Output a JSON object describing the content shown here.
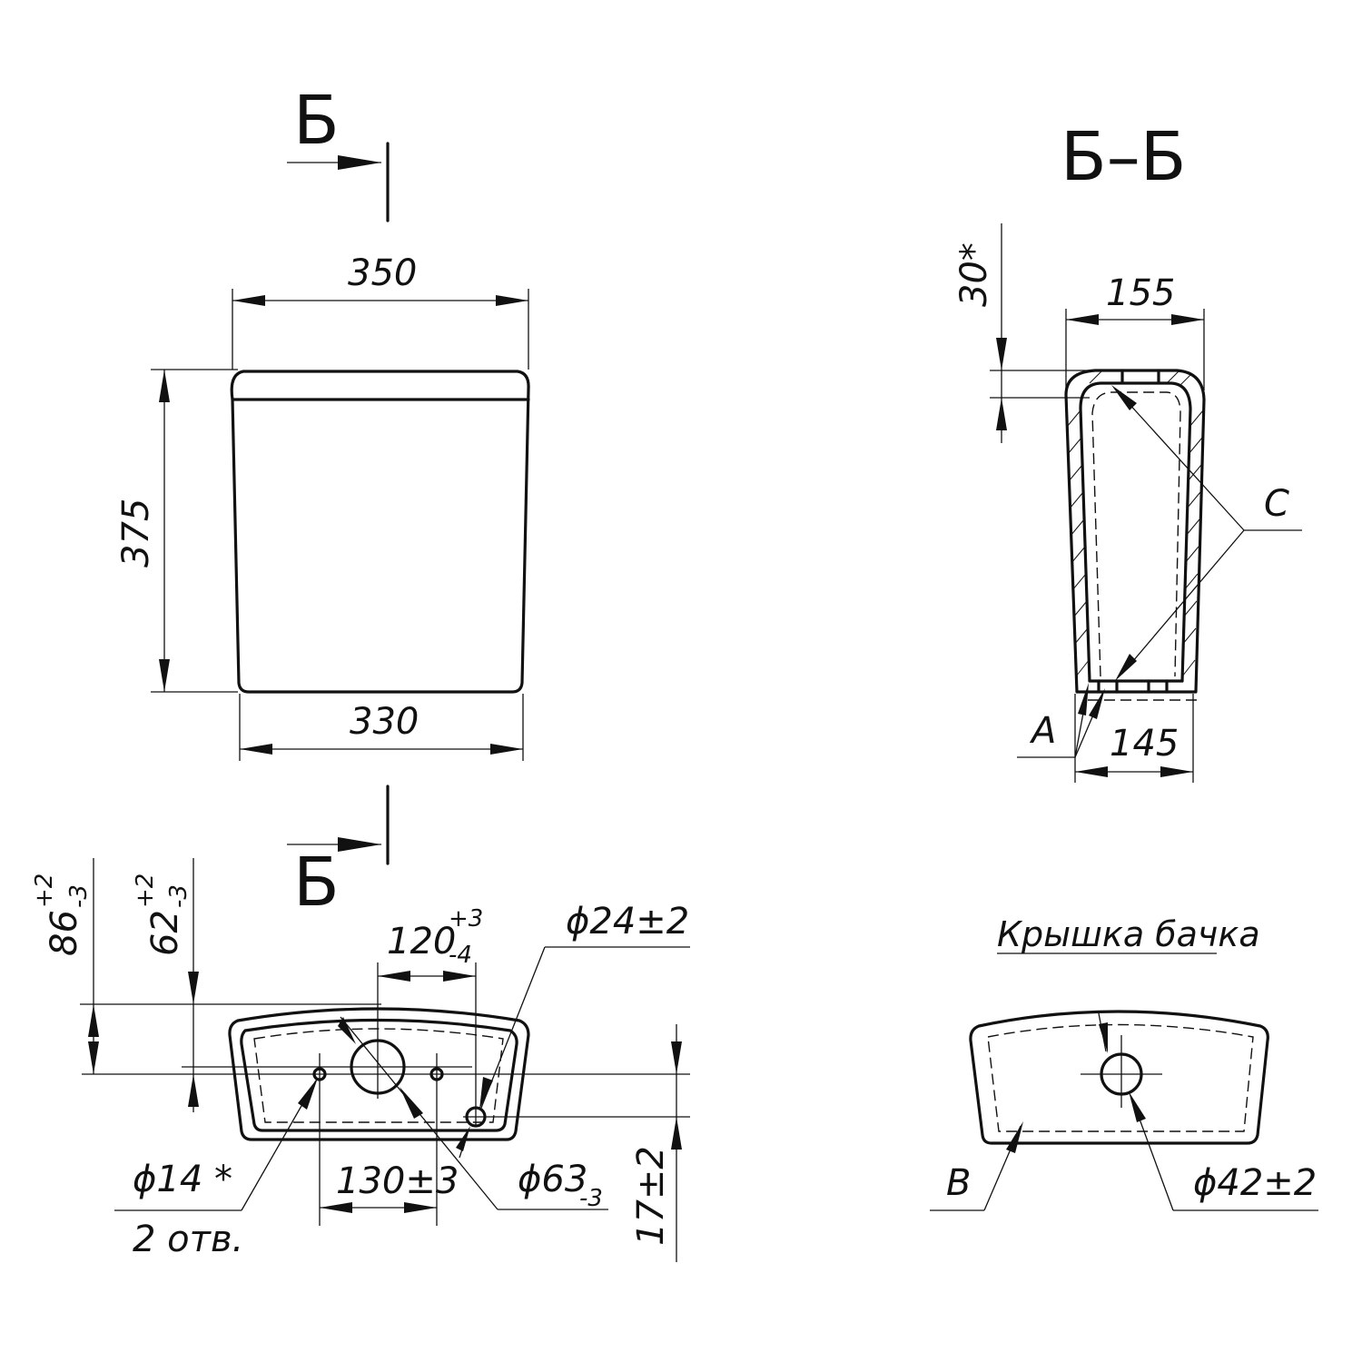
{
  "section_mark": "Б",
  "section_title": "Б–Б",
  "front_view": {
    "width_top": "350",
    "height": "375",
    "width_bottom": "330"
  },
  "section_view": {
    "lid_dim": "30*",
    "top_width": "155",
    "bottom_width": "145",
    "label_c": "C",
    "label_a": "A"
  },
  "bottom_view": {
    "dim_86_main": "86",
    "dim_86_tol_upper": "+2",
    "dim_86_tol_lower": "-3",
    "dim_62_main": "62",
    "dim_62_tol_upper": "+2",
    "dim_62_tol_lower": "-3",
    "dim_120_main": "120",
    "dim_120_tol_upper": "+3",
    "dim_120_tol_lower": "-4",
    "dim_d24": "ϕ24±2",
    "dim_d14": "ϕ14 *",
    "holes_count": "2 отв.",
    "dim_130": "130±3",
    "dim_d63_main": "ϕ63",
    "dim_d63_tol": "-3",
    "dim_17": "17±2"
  },
  "lid_view": {
    "title": "Крышка бачка",
    "label_b": "B",
    "dim_d42": "ϕ42±2"
  }
}
